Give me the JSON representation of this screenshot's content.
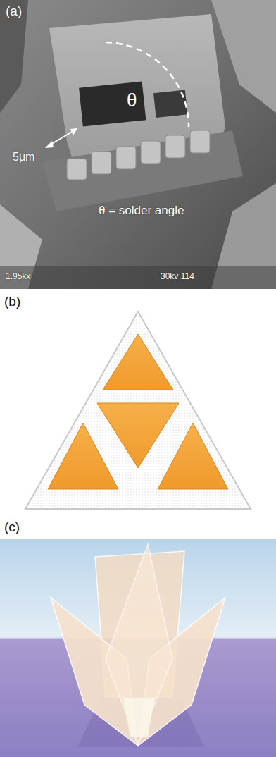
{
  "diagram": {
    "labels": [
      "(a)",
      "θ",
      "5μm",
      "θ = solder angle",
      "1.95kx",
      "30kv 114",
      "(b)",
      "(c)"
    ]
  }
}
